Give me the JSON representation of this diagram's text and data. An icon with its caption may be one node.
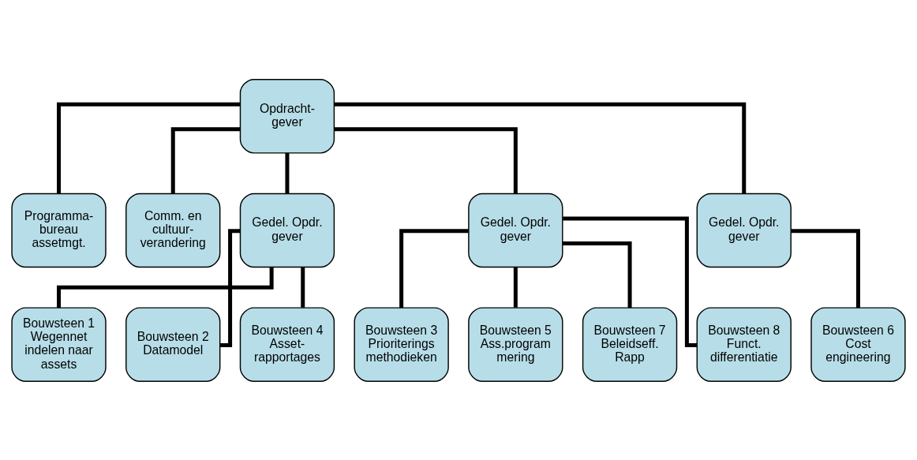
{
  "diagram": {
    "nodes": [
      {
        "text": [
          "Opdracht- gever"
        ]
      },
      {
        "text": [
          "Programma- bureau assetmgt."
        ]
      },
      {
        "text": [
          "Comm. en cultuur- verandering"
        ]
      },
      {
        "text": [
          "Gedel. Opdr. gever"
        ]
      },
      {
        "text": [
          "Gedel. Opdr. gever"
        ]
      },
      {
        "text": [
          "Gedel. Opdr. gever"
        ]
      },
      {
        "text": [
          "Bouwsteen 1 Wegennet indelen naar assets"
        ]
      },
      {
        "text": [
          "Bouwsteen 2 Datamodel"
        ]
      },
      {
        "text": [
          "Bouwsteen 4 Asset- rapportages"
        ]
      },
      {
        "text": [
          "Bouwsteen 3 Prioriterings methodieken"
        ]
      },
      {
        "text": [
          "Bouwsteen 5 Ass.program mering"
        ]
      },
      {
        "text": [
          "Bouwsteen 7 Beleidseff. Rapp"
        ]
      },
      {
        "text": [
          "Bouwsteen 8 Funct. differentiatie"
        ]
      },
      {
        "text": [
          "Bouwsteen 6 Cost engineering"
        ]
      }
    ],
    "edges": [
      {
        "from": 0,
        "to": 1,
        "arrow": "none"
      },
      {
        "from": 0,
        "to": 2,
        "arrow": "none"
      },
      {
        "from": 0,
        "to": 3,
        "arrow": "none"
      },
      {
        "from": 0,
        "to": 4,
        "arrow": "none"
      },
      {
        "from": 0,
        "to": 5,
        "arrow": "none"
      },
      {
        "from": 3,
        "to": 6,
        "arrow": "none"
      },
      {
        "from": 3,
        "to": 7,
        "arrow": "none"
      },
      {
        "from": 3,
        "to": 8,
        "arrow": "none"
      },
      {
        "from": 4,
        "to": 9,
        "arrow": "none"
      },
      {
        "from": 4,
        "to": 10,
        "arrow": "none"
      },
      {
        "from": 4,
        "to": 11,
        "arrow": "none"
      },
      {
        "from": 4,
        "to": 12,
        "arrow": "none"
      },
      {
        "from": 5,
        "to": 13,
        "arrow": "none"
      }
    ]
  }
}
